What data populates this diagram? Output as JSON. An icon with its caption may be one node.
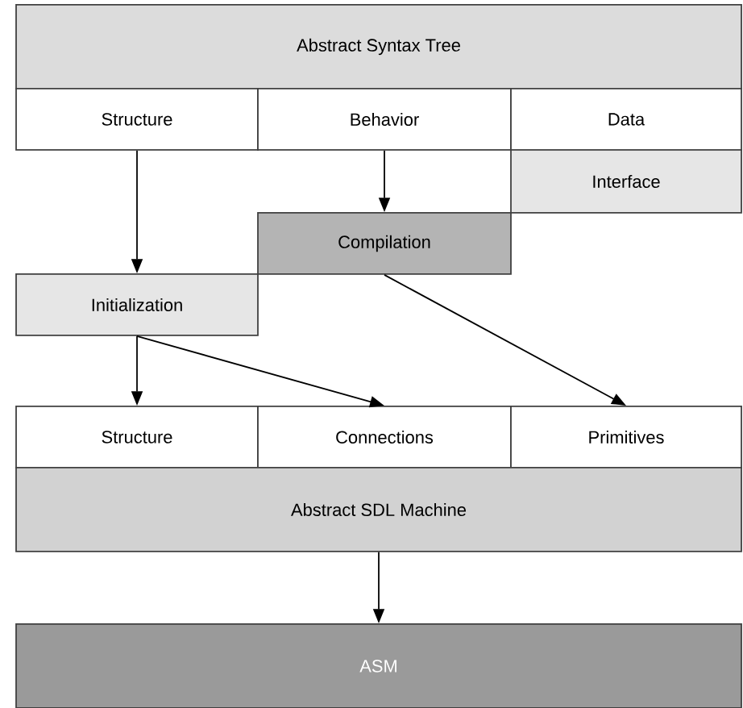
{
  "diagram": {
    "nodes": [
      {
        "text": [
          "Abstract Syntax Tree"
        ]
      },
      {
        "text": [
          "Structure"
        ]
      },
      {
        "text": [
          "Behavior"
        ]
      },
      {
        "text": [
          "Data"
        ]
      },
      {
        "text": [
          "Interface"
        ]
      },
      {
        "text": [
          "Compilation"
        ]
      },
      {
        "text": [
          "Initialization"
        ]
      },
      {
        "text": [
          "Structure"
        ]
      },
      {
        "text": [
          "Connections"
        ]
      },
      {
        "text": [
          "Primitives"
        ]
      },
      {
        "text": [
          "Abstract SDL Machine"
        ]
      },
      {
        "text": [
          "ASM"
        ]
      }
    ],
    "edges": [
      {
        "from": 1,
        "to": 6,
        "arrow": "to"
      },
      {
        "from": 2,
        "to": 5,
        "arrow": "to"
      },
      {
        "from": 5,
        "to": 9,
        "arrow": "to"
      },
      {
        "from": 6,
        "to": 7,
        "arrow": "to"
      },
      {
        "from": 6,
        "to": 8,
        "arrow": "to"
      },
      {
        "from": 10,
        "to": 11,
        "arrow": "to"
      }
    ]
  }
}
